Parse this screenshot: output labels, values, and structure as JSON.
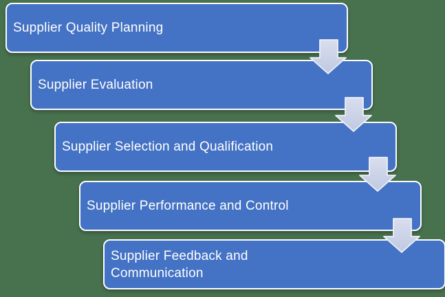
{
  "colors": {
    "background": "#48714E",
    "box_fill": "#4472C4",
    "box_border": "#FFFFFF",
    "text": "#FFFFFF",
    "arrow_fill_light": "#D9DEEE",
    "arrow_fill_dark": "#BFC9E1",
    "arrow_outline": "#EEF1F8"
  },
  "diagram": {
    "type": "step-down-process",
    "steps": [
      {
        "label": "Supplier Quality Planning"
      },
      {
        "label": "Supplier Evaluation"
      },
      {
        "label": "Supplier Selection and Qualification"
      },
      {
        "label": "Supplier Performance and Control"
      },
      {
        "label": "Supplier Feedback and\nCommunication"
      }
    ]
  }
}
